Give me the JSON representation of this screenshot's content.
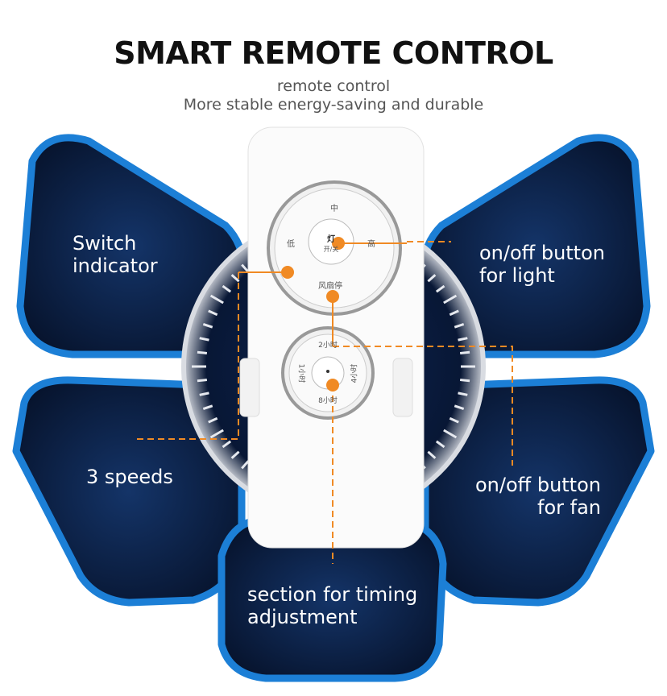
{
  "header": {
    "title": "SMART REMOTE CONTROL",
    "subtitle1": "remote control",
    "subtitle2": "More stable energy-saving and durable"
  },
  "callouts": {
    "switch_indicator": [
      "Switch",
      "indicator"
    ],
    "light_button": [
      "on/off button",
      "for light"
    ],
    "speeds": "3 speeds",
    "fan_button": [
      "on/off button",
      "for fan"
    ],
    "timing": [
      "section for timing",
      "adjustment"
    ]
  },
  "remote": {
    "speed_mid": "中",
    "speed_low": "低",
    "speed_high": "高",
    "light": "灯",
    "light_sub": "开/关",
    "fan_stop": "风扇停",
    "timer_2h": "2小时",
    "timer_1h": "1小时",
    "timer_4h": "4小时",
    "timer_8h": "8小时"
  },
  "colors": {
    "petal_fill": "#0b1f45",
    "petal_border": "#1c7fd6",
    "accent": "#f08a24"
  }
}
